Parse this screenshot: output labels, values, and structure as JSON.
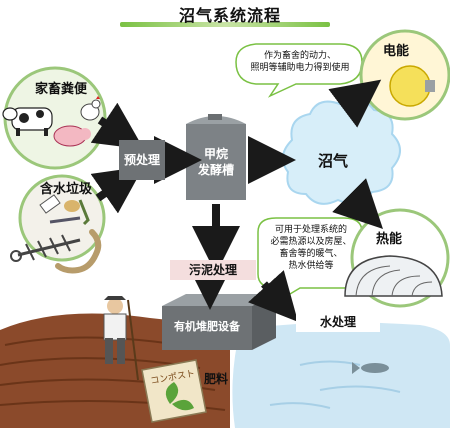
{
  "title": "沼气系统流程",
  "inputs": {
    "manure": "家畜粪便",
    "wet_garbage": "含水垃圾"
  },
  "process": {
    "pretreatment": "预处理",
    "digester": "甲烷\n发酵槽",
    "biogas": "沼气",
    "sludge": "污泥处理",
    "compost_facility": "有机堆肥设备",
    "water_treatment": "水处理",
    "fertilizer": "肥料"
  },
  "outputs": {
    "electricity": "电能",
    "electricity_note": "作为畜舍的动力、\n照明等辅助电力得到使用",
    "heat": "热能",
    "heat_note": "可用于处理系统的\n必需热源以及房屋、\n畜舍等的暖气、\n热水供给等"
  },
  "compost_bag_text": "コンポスト",
  "colors": {
    "title_bar": "#7ac143",
    "box_gray": "#6e7275",
    "arrow": "#1a1a1a",
    "cloud": "#d7eef9",
    "sludge_label_bg": "#f4dede"
  }
}
